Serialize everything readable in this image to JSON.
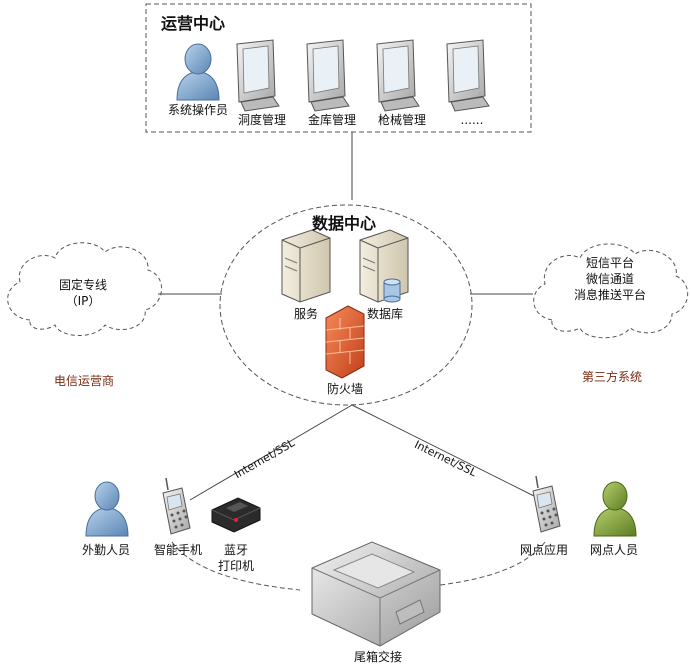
{
  "ops_center": {
    "title": "运营中心",
    "operator": "系统操作员",
    "terminals": [
      "洞度管理",
      "金库管理",
      "枪械管理",
      "......"
    ]
  },
  "data_center": {
    "title": "数据中心",
    "server": "服务",
    "database": "数据库",
    "firewall": "防火墙"
  },
  "left_cloud": {
    "line1": "固定专线",
    "line2": "（IP）"
  },
  "right_cloud": {
    "line1": "短信平台",
    "line2": "微信通道",
    "line3": "消息推送平台"
  },
  "telecom_label": "电信运营商",
  "third_party_label": "第三方系统",
  "link_left": "Internet/SSL",
  "link_right": "Internet/SSL",
  "field_staff": "外勤人员",
  "smart_phone": "智能手机",
  "printer_line1": "蓝牙",
  "printer_line2": "打印机",
  "branch_app": "网点应用",
  "branch_staff": "网点人员",
  "box": "尾箱交接",
  "colors": {
    "person_blue": "#7fa7cf",
    "person_green": "#7d9a3c",
    "firewall": "#e05a2a",
    "label_brown": "#7a2a10"
  }
}
